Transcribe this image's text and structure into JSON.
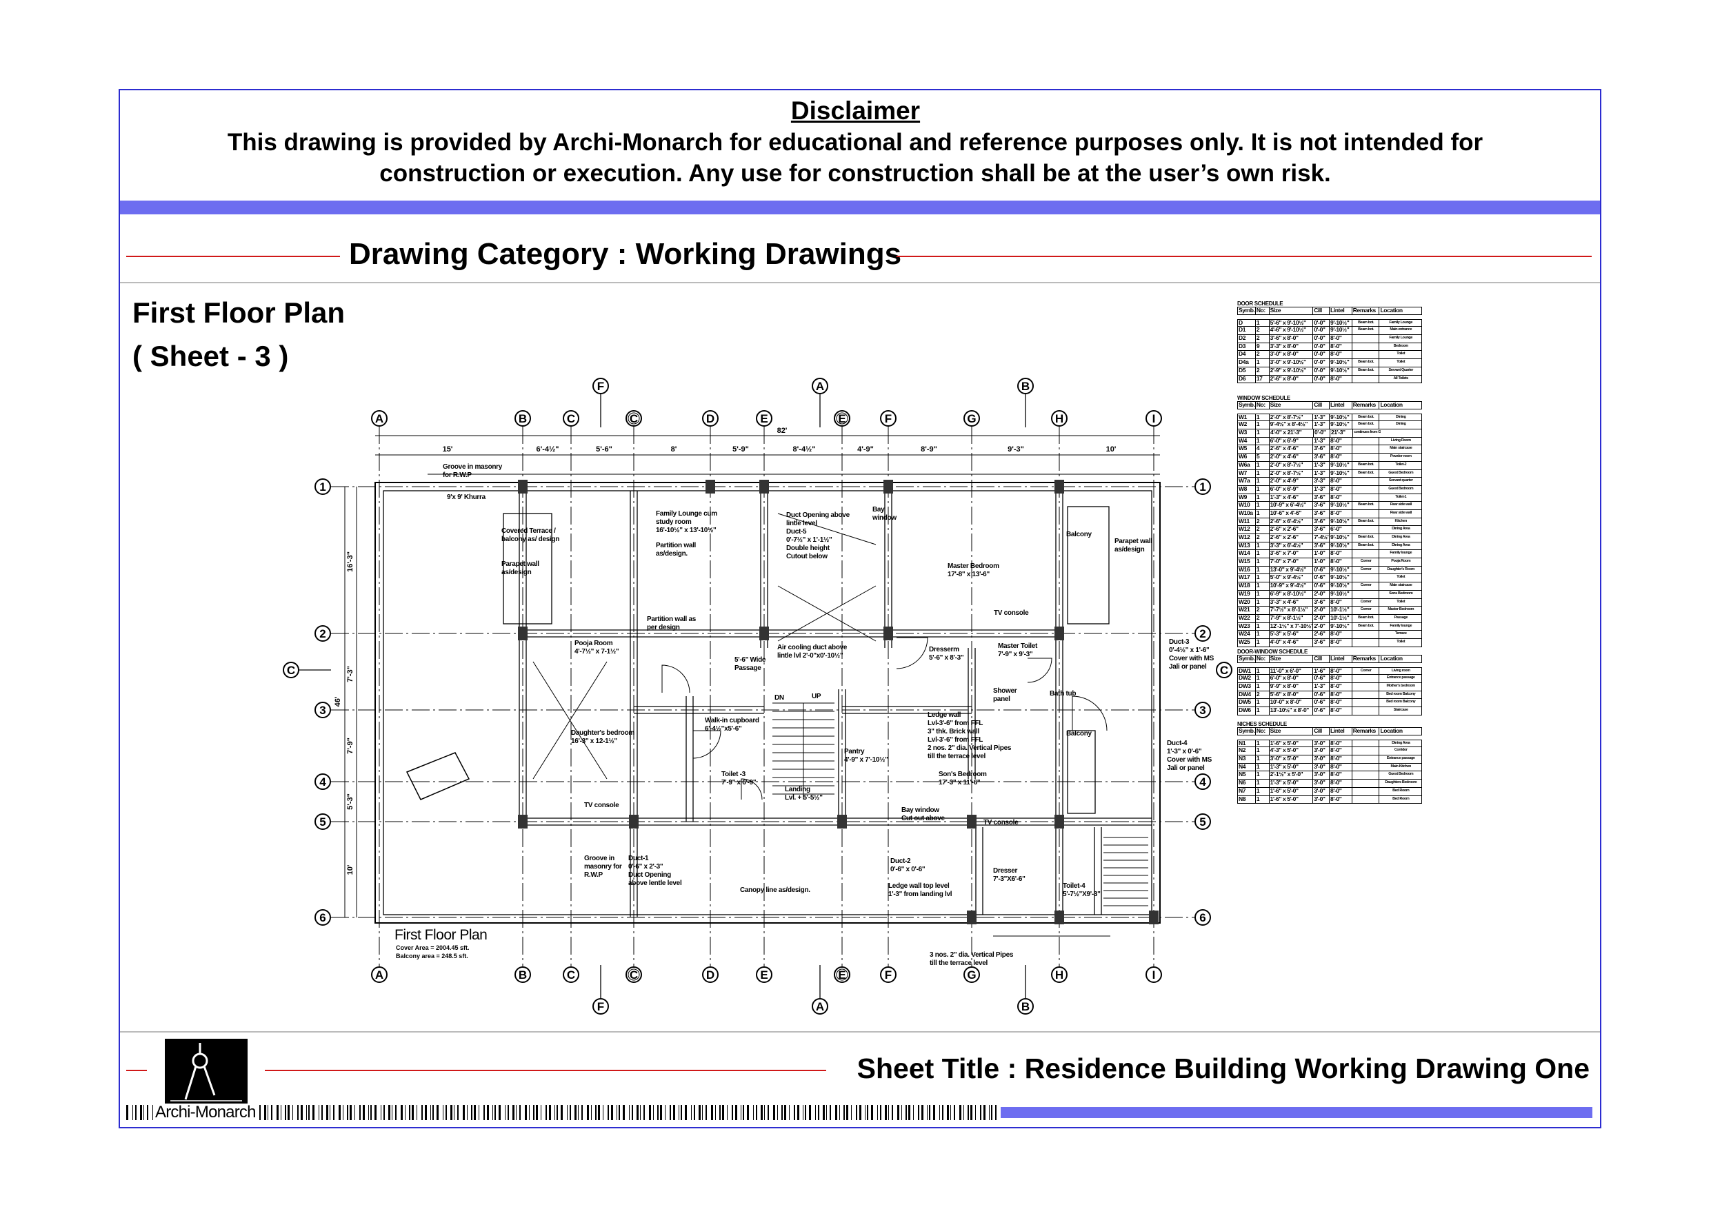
{
  "disclaimer": {
    "title": "Disclaimer",
    "text": "This drawing is provided by Archi-Monarch for educational and reference purposes only. It is not intended for construction or execution. Any use for construction shall be at the user’s own risk."
  },
  "category": {
    "label": "Drawing Category : Working Drawings"
  },
  "drawing": {
    "title": "First Floor Plan",
    "sheet": "( Sheet - 3 )"
  },
  "plan": {
    "title": "First Floor Plan",
    "cover_area": "Cover Area =  2004.45 sft.",
    "balcony_area": "Balcony area =  248.5 sft.",
    "grid_columns": [
      "A",
      "B",
      "C",
      "C",
      "D",
      "E",
      "E",
      "F",
      "G",
      "H",
      "I"
    ],
    "grid_rows": [
      "1",
      "2",
      "3",
      "4",
      "5",
      "6"
    ],
    "secondary_grid": [
      "F",
      "A",
      "B"
    ],
    "section_marker": "C",
    "overall_dim": "82'",
    "dims_top": [
      "15'",
      "6'-4½\"",
      "5'-6\"",
      "8'",
      "5'-9\"",
      "8'-4½\"",
      "4'-9\"",
      "8'-9\"",
      "9'-3\"",
      "10'"
    ],
    "dims_left": [
      "16'-3\"",
      "7'-3\"",
      "7'-9\"",
      "5'-3\"",
      "10'",
      "46'"
    ],
    "labels": [
      "Groove in masonry\nfor R.W.P",
      "9'x 9' Khurra",
      "Covered Terrace /\nbalcony as/ design",
      "Parapet wall\nas/design",
      "Family Lounge cum\nstudy room\n16'-10½\" x 13'-10½\"",
      "Partition wall\nas/design.",
      "Duct Opening above\nlintle level\nDuct-5\n0'-7½\" x 1'-1½\"\nDouble height\nCutout below",
      "Bay\nwindow",
      "Master Bedroom\n17'-8\" x 13'-6\"",
      "Balcony",
      "Parapet wall\nas/design",
      "TV console",
      "Dresserm\n5'-6\" x 8'-3\"",
      "Master Toilet\n7'-9\" x 9'-3\"",
      "Shower\npanel",
      "Bath tub",
      "Duct-3\n0'-4½\" x 1'-6\"\nCover with MS\nJali or panel",
      "Partition wall as\nper design",
      "Pooja Room\n4'-7½\" x 7-1½\"",
      "Air cooling duct above\nlintle lvl 2'-0\"x0'-10½\"",
      "5'-6\" Wide\nPassage",
      "Daughter's bedroom\n16'-3\" x 12-1½\"",
      "Walk-in cupboard\n6'-4½\"x5'-6\"",
      "Toilet -3\n7'-9\" x 6'-9\"",
      "Landing\nLvl. + 5'-5½\"",
      "Pantry\n4'-9\" x 7'-10½\"",
      "Ledge wall\nLvl-3'-6\" from FFL\n3\" thk. Brick wall\nLvl-3'-6\" from FFL\n2 nos. 2\" dia. Vertical Pipes\ntill the terrace level",
      "Son's Bedroom\n17'-3\" x 11'-6\"",
      "Balcony",
      "TV console",
      "Bay window\nCut out above",
      "TV console",
      "Duct-4\n1'-3\" x 0'-6\"\nCover with MS\nJali or panel",
      "Groove in\nmasonry for\nR.W.P",
      "Duct-1\n0'-6\" x 2'-3\"\nDuct Opening\nabove lentle level",
      "Canopy line as/design.",
      "Duct-2\n0'-6\" x 0'-6\"",
      "Ledge wall top level\n1'-3\" from landing lvl",
      "Dresser\n7'-3\"X6'-6\"",
      "Toilet-4\n5'-7½\"X9'-3\"",
      "3 nos. 2\" dia. Vertical Pipes\ntill the terrace level",
      "DN",
      "UP"
    ]
  },
  "schedules": [
    {
      "title": "DOOR SCHEDULE",
      "headers": [
        "Symb.",
        "No:",
        "Size",
        "Cill",
        "Lintel",
        "Remarks",
        "Location"
      ],
      "rows": [
        [
          "D",
          "1",
          "5'-6\" x 9'-10½\"",
          "0'-0\"",
          "9'-10½\"",
          "Beam bot.",
          "Family Lounge"
        ],
        [
          "D1",
          "2",
          "4'-6\" x 9'-10½\"",
          "0'-0\"",
          "9'-10½\"",
          "Beam bot.",
          "Main entrance"
        ],
        [
          "D2",
          "2",
          "3'-6\" x 8'-0\"",
          "0'-0\"",
          "8'-0\"",
          "",
          "Family Lounge"
        ],
        [
          "D3",
          "9",
          "3'-3\" x 8'-0\"",
          "0'-0\"",
          "8'-0\"",
          "",
          "Bedroom"
        ],
        [
          "D4",
          "2",
          "3'-0\" x 8'-0\"",
          "0'-0\"",
          "8'-0\"",
          "",
          "Toilet"
        ],
        [
          "D4a",
          "1",
          "3'-0\" x 9'-10½\"",
          "0'-0\"",
          "9'-10½\"",
          "Beam bot.",
          "Toilet"
        ],
        [
          "D5",
          "2",
          "2'-9\" x 9'-10½\"",
          "0'-0\"",
          "9'-10½\"",
          "Beam bot.",
          "Servant Quarter"
        ],
        [
          "D6",
          "17",
          "2'-6\" x 8'-0\"",
          "0'-0\"",
          "8'-0\"",
          "",
          "All Toilets"
        ]
      ]
    },
    {
      "title": "WINDOW SCHEDULE",
      "headers": [
        "Symb.",
        "No:",
        "Size",
        "Cill",
        "Lintel",
        "Remarks",
        "Location"
      ],
      "rows": [
        [
          "W1",
          "1",
          "2'-0\" x 8'-7½\"",
          "1'-3\"",
          "9'-10½\"",
          "Beam bot.",
          "Dining"
        ],
        [
          "W2",
          "1",
          "9'-4½\" x 8'-4½\"",
          "1'-3\"",
          "9'-10½\"",
          "Beam bot.",
          "Dining"
        ],
        [
          "W3",
          "1",
          "4'-0\" x 21'-3\"",
          "0'-0\"",
          "21'-3\"",
          "continues from GF till FF",
          ""
        ],
        [
          "W4",
          "1",
          "6'-0\" x 6'-9\"",
          "1'-3\"",
          "8'-0\"",
          "",
          "Living Room"
        ],
        [
          "W5",
          "4",
          "2'-6\" x 4'-6\"",
          "3'-6\"",
          "8'-0\"",
          "",
          "Main staircase"
        ],
        [
          "W6",
          "5",
          "2'-0\" x 4'-6\"",
          "3'-6\"",
          "8'-0\"",
          "",
          "Powder room"
        ],
        [
          "W6a",
          "1",
          "2'-0\" x 8'-7½\"",
          "1'-3\"",
          "9'-10½\"",
          "Beam bot.",
          "Toilet-2"
        ],
        [
          "W7",
          "1",
          "2'-0\" x 8'-7½\"",
          "1'-3\"",
          "9'-10½\"",
          "Beam bot.",
          "Guest Bedroom"
        ],
        [
          "W7a",
          "1",
          "2'-0\" x 4'-9\"",
          "3'-3\"",
          "8'-0\"",
          "",
          "Servant quarter"
        ],
        [
          "W8",
          "1",
          "6'-0\" x 6'-9\"",
          "1'-3\"",
          "8'-0\"",
          "",
          "Guest Bedroom"
        ],
        [
          "W9",
          "1",
          "1'-3\" x 4'-6\"",
          "3'-6\"",
          "8'-0\"",
          "",
          "Toilet-1"
        ],
        [
          "W10",
          "1",
          "10'-9\" x 6'-4½\"",
          "3'-6\"",
          "9'-10½\"",
          "Beam bot.",
          "Rear side wall"
        ],
        [
          "W10a",
          "1",
          "10'-6\" x 4'-6\"",
          "3'-6\"",
          "8'-0\"",
          "",
          "Rear side wall"
        ],
        [
          "W11",
          "2",
          "2'-6\" x 6'-4½\"",
          "3'-6\"",
          "9'-10½\"",
          "Beam bot.",
          "Kitchen"
        ],
        [
          "W12",
          "2",
          "2'-6\" x 2'-6\"",
          "3'-6\"",
          "6'-0\"",
          "",
          "Dining Area"
        ],
        [
          "W12",
          "2",
          "2'-6\" x 2'-6\"",
          "7'-4½\"",
          "9'-10½\"",
          "Beam bot.",
          "Dining Area"
        ],
        [
          "W13",
          "1",
          "3'-3\" x 6'-4½\"",
          "3'-6\"",
          "9'-10½\"",
          "Beam bot.",
          "Dining Area"
        ],
        [
          "W14",
          "1",
          "3'-6\" x 7'-0\"",
          "1'-0\"",
          "8'-0\"",
          "",
          "Family lounge"
        ],
        [
          "W15",
          "1",
          "7'-0\" x 7'-0\"",
          "1'-0\"",
          "8'-0\"",
          "Corner",
          "Pooja Room"
        ],
        [
          "W16",
          "1",
          "13'-0\" x 9'-4½\"",
          "0'-6\"",
          "9'-10½\"",
          "Corner",
          "Daughter's Room"
        ],
        [
          "W17",
          "1",
          "5'-0\" x 9'-4½\"",
          "0'-6\"",
          "9'-10½\"",
          "",
          "Toilet"
        ],
        [
          "W18",
          "1",
          "10'-9\" x 9'-4½\"",
          "0'-6\"",
          "9'-10½\"",
          "Corner",
          "Main staircase"
        ],
        [
          "W19",
          "1",
          "6'-9\" x 8'-10½\"",
          "2'-0\"",
          "9'-10½\"",
          "",
          "Sons Bedroom"
        ],
        [
          "W20",
          "1",
          "3'-3\" x 4'-6\"",
          "3'-6\"",
          "8'-0\"",
          "Corner",
          "Toilet"
        ],
        [
          "W21",
          "2",
          "7'-7½\" x 8'-1½\"",
          "2'-0\"",
          "10'-1½\"",
          "Corner",
          "Master Bedroom"
        ],
        [
          "W22",
          "2",
          "7'-9\" x 8'-1½\"",
          "2'-0\"",
          "10'-1½\"",
          "Beam bot.",
          "Passage"
        ],
        [
          "W23",
          "1",
          "12'-1½\" x 7'-10½\"",
          "2'-0\"",
          "9'-10½\"",
          "Beam bot.",
          "Family lounge"
        ],
        [
          "W24",
          "1",
          "5'-3\" x 5'-6\"",
          "2'-6\"",
          "8'-0\"",
          "",
          "Terrace"
        ],
        [
          "W25",
          "1",
          "4'-0\" x 4'-6\"",
          "3'-6\"",
          "8'-0\"",
          "",
          "Toilet"
        ]
      ]
    },
    {
      "title": "DOOR-WINDOW SCHEDULE",
      "headers": [
        "Symb.",
        "No:",
        "Size",
        "Cill",
        "Lintel",
        "Remarks",
        "Location"
      ],
      "rows": [
        [
          "DW1",
          "1",
          "11'-0\" x 6'-0\"",
          "1'-6\"",
          "8'-0\"",
          "Corner",
          "Living room"
        ],
        [
          "DW2",
          "1",
          "6'-0\" x 8'-0\"",
          "0'-6\"",
          "8'-0\"",
          "",
          "Entrance passage"
        ],
        [
          "DW3",
          "1",
          "9'-9\" x 8'-0\"",
          "1'-3\"",
          "8'-0\"",
          "",
          "Mother's bedroom"
        ],
        [
          "DW4",
          "2",
          "5'-6\" x 8'-0\"",
          "0'-6\"",
          "8'-0\"",
          "",
          "Bed room Balcony"
        ],
        [
          "DW5",
          "1",
          "10'-0\" x 8'-0\"",
          "0'-6\"",
          "8'-0\"",
          "",
          "Bed room Balcony"
        ],
        [
          "DW6",
          "1",
          "13'-10½\" x 8'-0\"",
          "0'-6\"",
          "8'-0\"",
          "",
          "Staircase"
        ]
      ]
    },
    {
      "title": "NICHES SCHEDULE",
      "headers": [
        "Symb.",
        "No:",
        "Size",
        "Cill",
        "Lintel",
        "Remarks",
        "Location"
      ],
      "rows": [
        [
          "N1",
          "1",
          "1'-6\" x 5'-0\"",
          "3'-0\"",
          "8'-0\"",
          "",
          "Dining Area"
        ],
        [
          "N2",
          "1",
          "4'-3\" x 5'-0\"",
          "3'-0\"",
          "8'-0\"",
          "",
          "Corridor"
        ],
        [
          "N3",
          "1",
          "3'-0\" x 5'-0\"",
          "3'-0\"",
          "8'-0\"",
          "",
          "Entrance passage"
        ],
        [
          "N4",
          "1",
          "1'-3\" x 5'-0\"",
          "3'-0\"",
          "8'-0\"",
          "",
          "Main Kitchen"
        ],
        [
          "N5",
          "1",
          "2'-1½\" x 5'-0\"",
          "3'-0\"",
          "8'-0\"",
          "",
          "Guest Bedroom"
        ],
        [
          "N6",
          "1",
          "1'-3\" x 5'-0\"",
          "3'-0\"",
          "8'-0\"",
          "",
          "Daughters Bedroom"
        ],
        [
          "N7",
          "1",
          "1'-6\" x 5'-0\"",
          "3'-0\"",
          "8'-0\"",
          "",
          "Bed Room"
        ],
        [
          "N8",
          "1",
          "1'-6\" x 5'-0\"",
          "3'-0\"",
          "8'-0\"",
          "",
          "Bed Room"
        ]
      ]
    }
  ],
  "footer": {
    "brand": "Archi-Monarch",
    "sheet_title": "Sheet Title : Residence Building Working Drawing One"
  },
  "colors": {
    "frame": "#2c2cd0",
    "band": "#6d6df0",
    "rule": "#d01818"
  }
}
